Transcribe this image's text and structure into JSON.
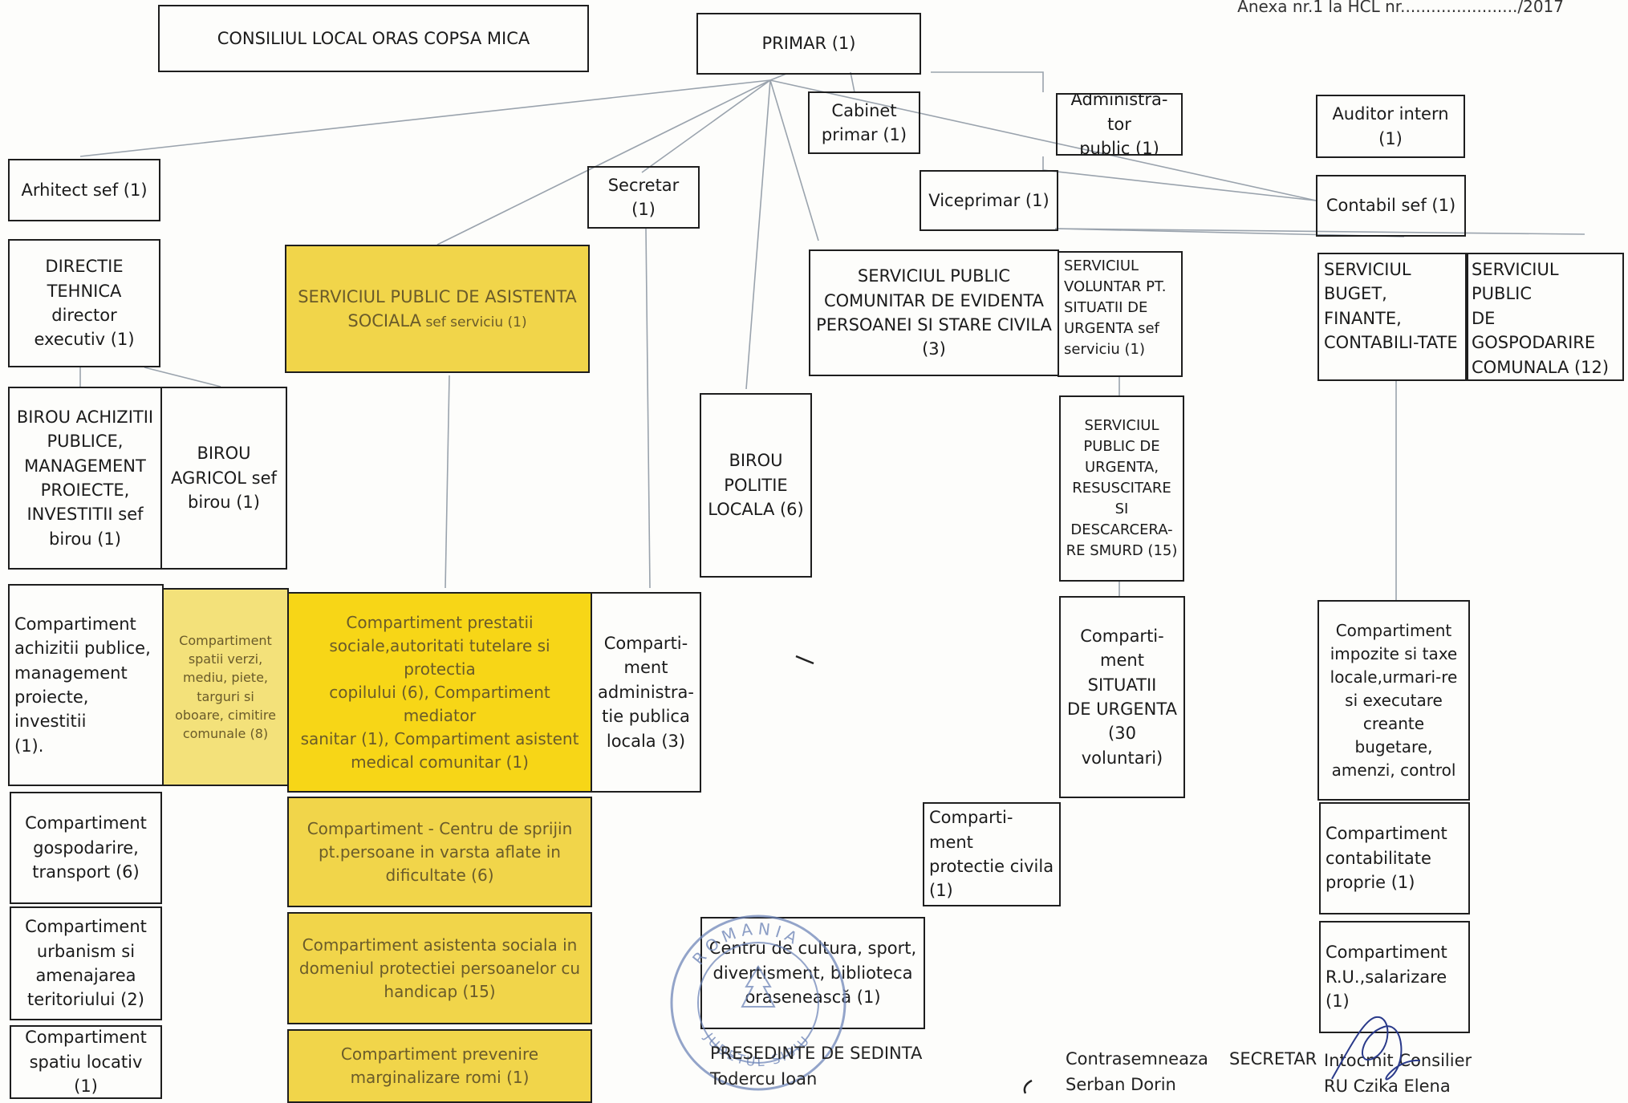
{
  "annex": "Anexa nr.1 la HCL nr......................./2017",
  "boxes": {
    "consiliu": "CONSILIUL LOCAL ORAS COPSA MICA",
    "primar": "PRIMAR    (1)",
    "cabinet": "Cabinet\nprimar (1)",
    "administrator": "Administra-tor\npublic (1)",
    "auditor": "Auditor intern (1)",
    "arhitect": "Arhitect sef (1)",
    "secretar": "Secretar\n(1)",
    "viceprimar": "Viceprimar (1)",
    "contabil": "Contabil sef (1)",
    "directie": "DIRECTIE\nTEHNICA director\nexecutiv (1)",
    "spas_title": "SERVICIUL PUBLIC DE ASISTENTA\nSOCIALA",
    "spas_sub": " sef serviciu (1)",
    "spcep": "SERVICIUL PUBLIC\nCOMUNITAR DE EVIDENTA\nPERSOANEI SI STARE CIVILA\n(3)",
    "svsu": "SERVICIUL\nVOLUNTAR PT.\nSITUATII DE\nURGENTA sef\nserviciu (1)",
    "buget": "SERVICIUL\nBUGET,\nFINANTE,\nCONTABILI-TATE",
    "gospodarire": "SERVICIUL PUBLIC\nDE\nGOSPODARIRE\nCOMUNALA (12)",
    "birou_achizitii": "BIROU ACHIZITII\nPUBLICE,\nMANAGEMENT\nPROIECTE,\nINVESTITII  sef\nbirou (1)",
    "birou_agricol": "BIROU\nAGRICOL  sef\nbirou (1)",
    "politie": "BIROU\nPOLITIE\nLOCALA (6)",
    "smurd": "SERVICIUL\nPUBLIC DE\nURGENTA,\nRESUSCITARE SI\nDESCARCERA-\nRE SMURD (15)",
    "comp_achizitii": "Compartiment\nachizitii publice,\nmanagement\nproiecte, investitii\n(1).",
    "comp_spatii": "Compartiment\nspatii verzi,\nmediu, piete,\ntarguri si\noboare, cimitire\ncomunale (8)",
    "comp_prestatii": "Compartiment prestatii\nsociale,autoritati tutelare si protectia\ncopilului (6), Compartiment mediator\nsanitar (1), Compartiment asistent\nmedical comunitar (1)",
    "comp_admin": "Comparti-\nment\nadministra-\ntie publica\nlocala (3)",
    "comp_su": "Comparti-\nment SITUATII\nDE URGENTA\n(30 voluntari)",
    "comp_impozite": "Compartiment\nimpozite si taxe\nlocale,urmari-re\nsi executare\ncreante\nbugetare,\namenzi, control",
    "comp_gospodarire": "Compartiment\ngospodarire,\ntransport (6)",
    "comp_centru": "Compartiment - Centru de sprijin\npt.persoane in varsta aflate in\ndificultate (6)",
    "comp_protectie": "Comparti-ment\nprotectie civila\n(1)",
    "comp_contab": "Compartiment\ncontabilitate\nproprie (1)",
    "comp_urbanism": "Compartiment\nurbanism si\namenajarea\nteritoriului (2)",
    "comp_handicap": "Compartiment asistenta sociala in\ndomeniul protectiei persoanelor cu\nhandicap (15)",
    "centru_cultura": "Centru de cultura, sport,\ndivertisment, biblioteca\norasenească (1)",
    "comp_ru": "Compartiment\nR.U.,salarizare (1)",
    "comp_locativ": "Compartiment\nspatiu locativ (1)",
    "comp_romi": "Compartiment prevenire\nmarginalizare romi (1)"
  },
  "signatures": {
    "presedinte": "PRESEDINTE DE SEDINTA\nTodercu Ioan",
    "contrasemneaza": "Contrasemneaza\nSerban Dorin",
    "secretar": "SECRETAR",
    "intocmit": "Intocmit Consilier\nRU Czika Elena"
  },
  "stamp": {
    "top_text": "ROMANIA",
    "bottom_text": "JUDETUL SIBIU"
  },
  "colors": {
    "highlight": "#f1d54a",
    "highlight_strong": "#f7d617",
    "border": "#1e1e1e",
    "connector": "#9aa3ad",
    "stamp": "#6f86b8"
  }
}
